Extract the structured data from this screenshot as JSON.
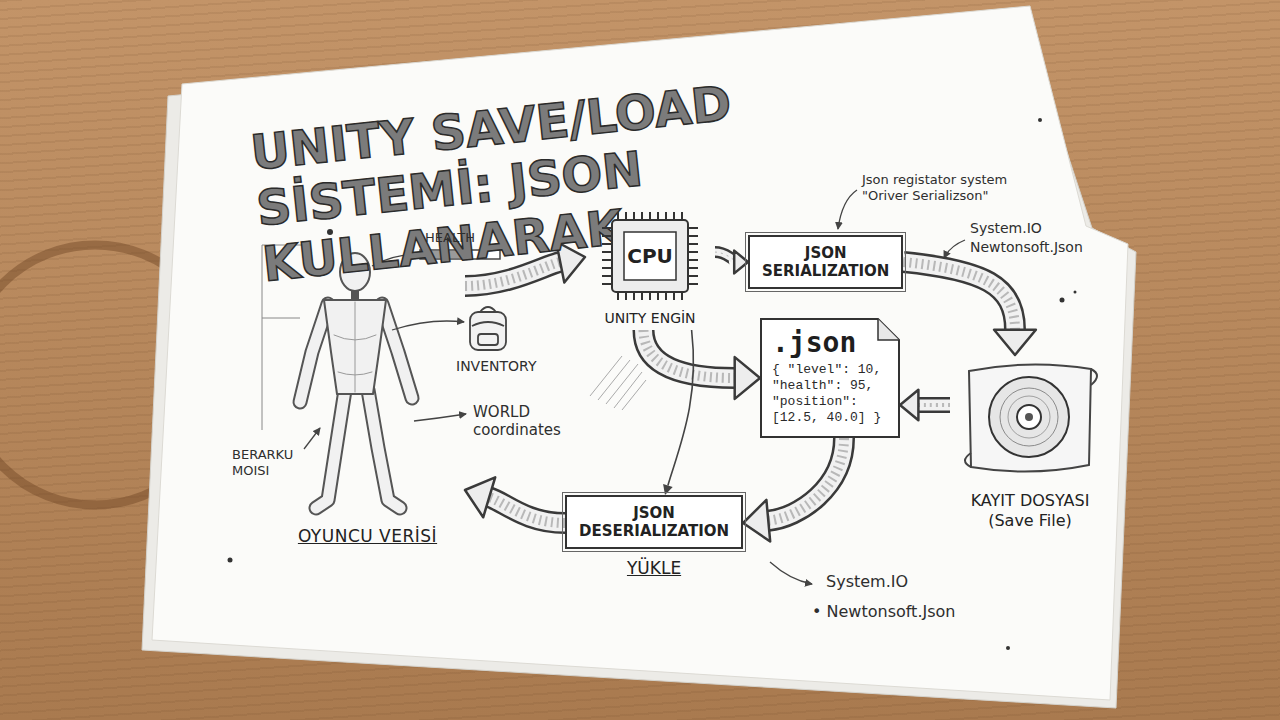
{
  "diagram": {
    "title": "UNITY SAVE/LOAD SİSTEMİ: JSON KULLANARAK",
    "nodes": [
      {
        "text": [
          "OYUNCU VERİSİ"
        ]
      },
      {
        "text": [
          "CPU",
          "UNITY ENGİN"
        ]
      },
      {
        "text": [
          "JSON SERIALIZATION"
        ]
      },
      {
        "text": [
          ".json",
          "{ \"level\": 10, \"health\": 95, \"position\": [12.5, 40.0] }"
        ]
      },
      {
        "text": [
          "KAYIT DOSYASI (Save File)"
        ]
      },
      {
        "text": [
          "JSON DESERIALIZATION",
          "YÜKLE"
        ]
      }
    ],
    "edges": [
      {
        "from": 0,
        "to": 1,
        "arrow": "to"
      },
      {
        "from": 1,
        "to": 2,
        "arrow": "to"
      },
      {
        "from": 2,
        "to": 4,
        "arrow": "to"
      },
      {
        "from": 1,
        "to": 3,
        "arrow": "to"
      },
      {
        "from": 4,
        "to": 3,
        "arrow": "to"
      },
      {
        "from": 1,
        "to": 5,
        "arrow": "to"
      },
      {
        "from": 3,
        "to": 5,
        "arrow": "to"
      },
      {
        "from": 5,
        "to": 0,
        "arrow": "to"
      }
    ],
    "labels": [
      "HEALTH",
      "INVENTORY",
      "WORLD coordinates",
      "BERARKU MOISI",
      "Json registator system \"Oriver Serializson\"",
      "System.IO",
      "Newtonsoft.Json",
      "System.IO",
      "• Newtonsoft.Json"
    ]
  }
}
